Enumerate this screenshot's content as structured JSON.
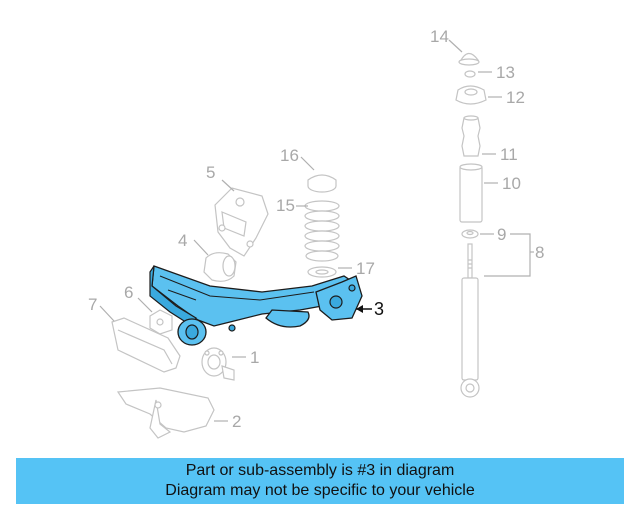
{
  "callouts": {
    "c1": "1",
    "c2": "2",
    "c3": "3",
    "c4": "4",
    "c5": "5",
    "c6": "6",
    "c7": "7",
    "c8": "8",
    "c9": "9",
    "c10": "10",
    "c11": "11",
    "c12": "12",
    "c13": "13",
    "c14": "14",
    "c15": "15",
    "c16": "16",
    "c17": "17"
  },
  "highlight_color": "#55c3f5",
  "highlighted_part": "3",
  "banner": {
    "line1": "Part or sub-assembly is #3 in diagram",
    "line2": "Diagram may not be specific to your vehicle"
  }
}
